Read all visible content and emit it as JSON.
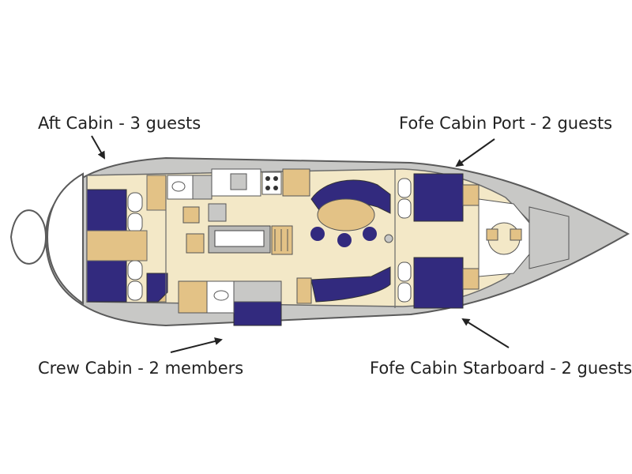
{
  "diagram": {
    "labels": {
      "aft_cabin": "Aft Cabin - 3 guests",
      "fore_port": "Fofe Cabin Port - 2 guests",
      "crew_cabin": "Crew Cabin - 2 members",
      "fore_starboard": "Fofe Cabin Starboard - 2 guests"
    },
    "colors": {
      "hull": "#c8c8c6",
      "floor": "#f3e8c7",
      "wood": "#e3c286",
      "berth": "#322a7e",
      "outline": "#5a5a5a",
      "label_text": "#222222"
    }
  }
}
